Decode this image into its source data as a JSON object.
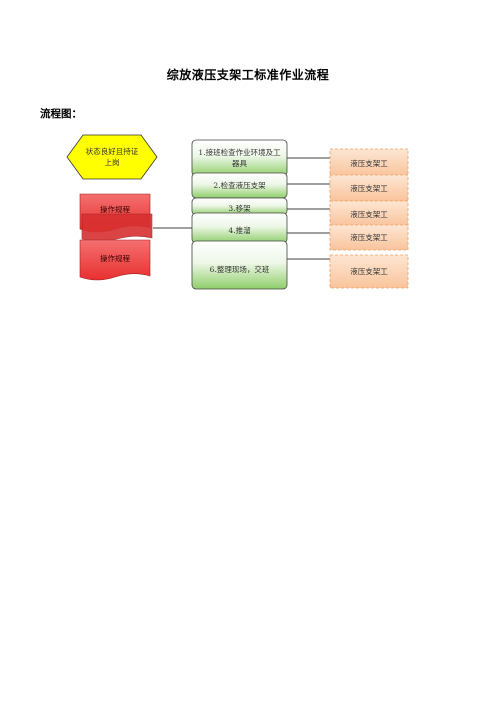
{
  "document": {
    "title": "综放液压支架工标准作业流程",
    "section_label": "流程图："
  },
  "flow": {
    "start_condition": "状态良好且持证上岗",
    "steps": [
      "1.接班检查作业环境及工器具",
      "2.检查液压支架",
      "3.移架",
      "4.推溜",
      "6.整理现场，交班"
    ],
    "regulations": [
      "操作规程",
      "操作规程"
    ],
    "roles": [
      "液压支架工",
      "液压支架工",
      "液压支架工",
      "液压支架工",
      "液压支架工"
    ]
  },
  "colors": {
    "hexagon": "#ffff00",
    "regulation": "#ef3f3f",
    "step_top": "#ffffff",
    "step_bottom": "#8fce6a",
    "role_fill": "#fcd3b3",
    "role_border": "#f0a060"
  }
}
